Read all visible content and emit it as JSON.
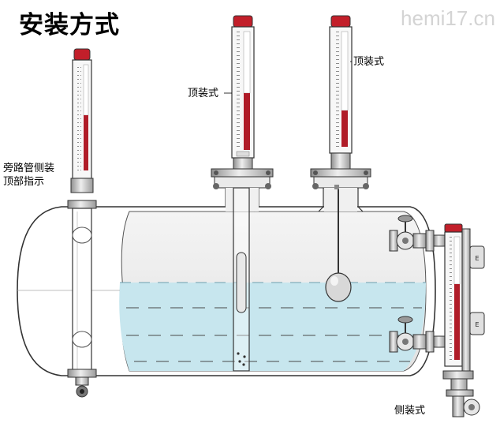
{
  "title": "安装方式",
  "watermark": "hemi17.cn",
  "labels": {
    "bypass_top_line1": "旁路管侧装",
    "bypass_top_line2": "顶部指示",
    "top_mount_1": "顶装式",
    "top_mount_2": "顶装式",
    "side_mount": "侧装式"
  },
  "colors": {
    "liquid": "#c7e6ee",
    "indicator_red": "#b01c28",
    "steel": "#c8c8c8",
    "outline": "#333333"
  }
}
